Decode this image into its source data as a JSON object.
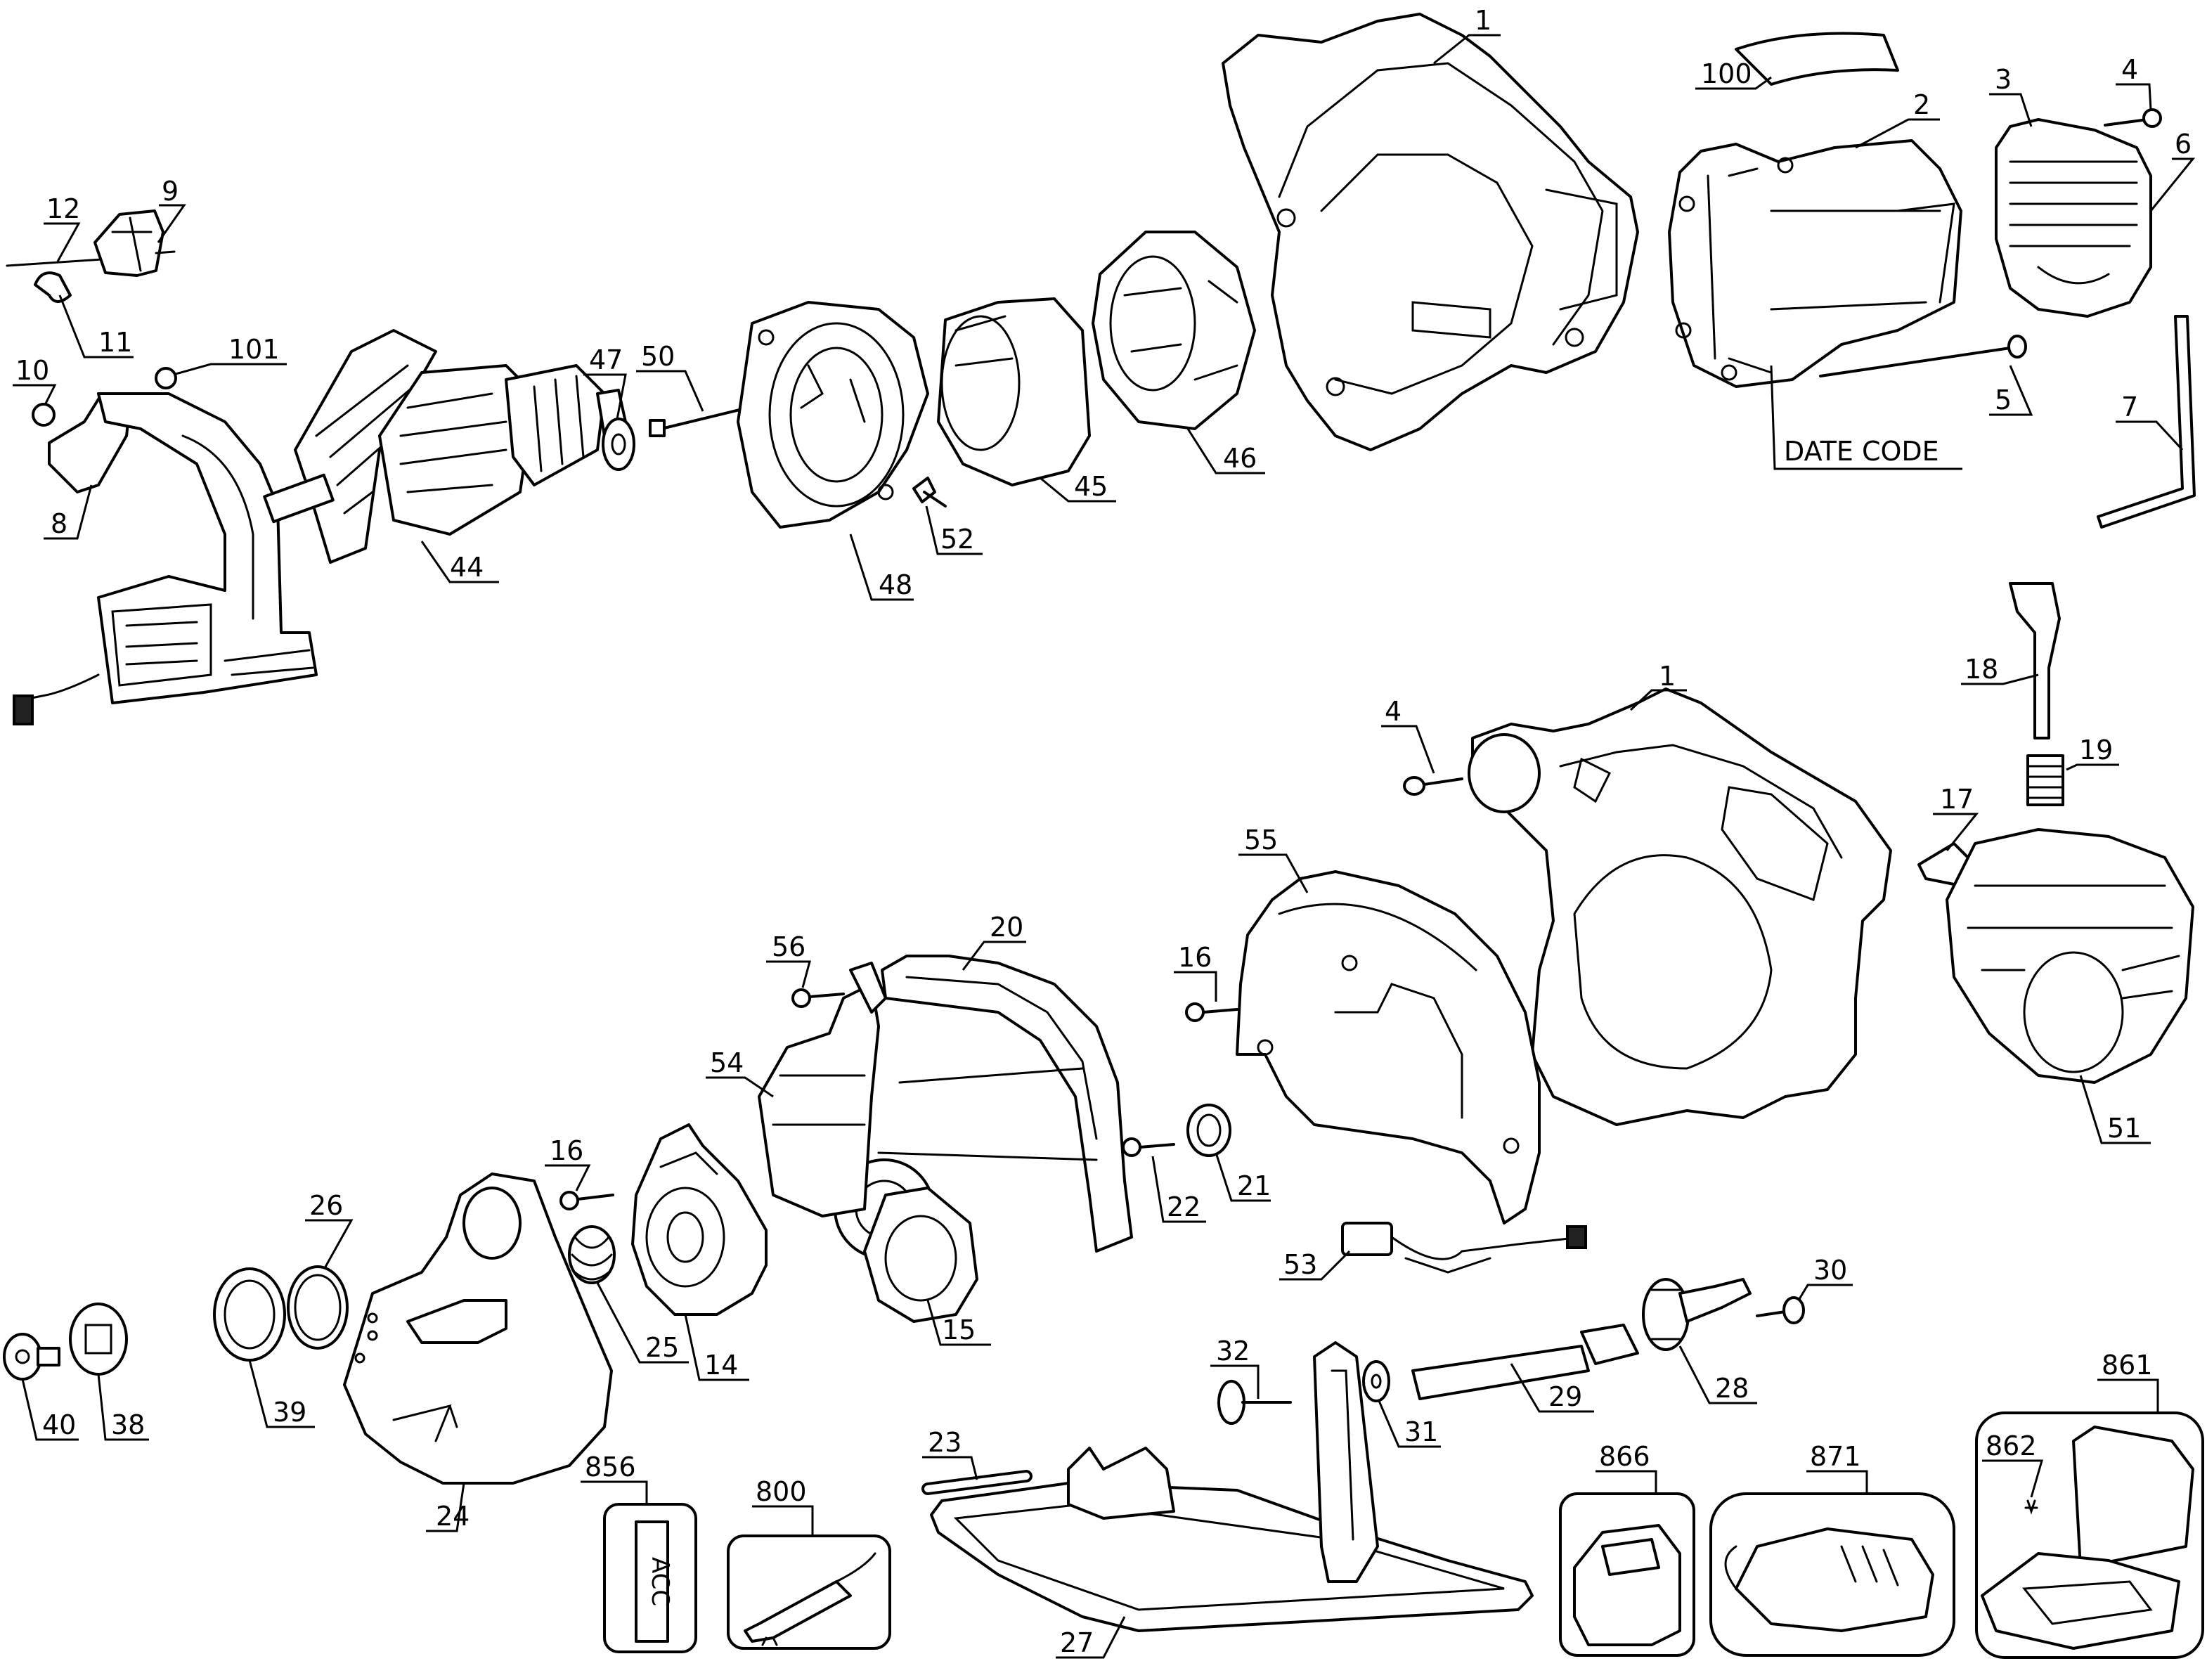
{
  "callouts": {
    "c1_top": "1",
    "c1_mid": "1",
    "c2": "2",
    "c3": "3",
    "c4_top": "4",
    "c4_mid": "4",
    "c5": "5",
    "c6": "6",
    "c7": "7",
    "c8": "8",
    "c9": "9",
    "c10": "10",
    "c11": "11",
    "c12": "12",
    "c14": "14",
    "c15": "15",
    "c16_mid": "16",
    "c16_low": "16",
    "c17": "17",
    "c18": "18",
    "c19": "19",
    "c20": "20",
    "c21": "21",
    "c22": "22",
    "c23": "23",
    "c24": "24",
    "c25": "25",
    "c26": "26",
    "c27": "27",
    "c28": "28",
    "c29": "29",
    "c30": "30",
    "c31": "31",
    "c32": "32",
    "c38": "38",
    "c39": "39",
    "c40": "40",
    "c44": "44",
    "c45": "45",
    "c46": "46",
    "c47": "47",
    "c48": "48",
    "c50": "50",
    "c51": "51",
    "c52": "52",
    "c53": "53",
    "c54": "54",
    "c55": "55",
    "c56": "56",
    "c100": "100",
    "c101": "101",
    "c800": "800",
    "c856": "856",
    "c861": "861",
    "c862": "862",
    "c866": "866",
    "c871": "871"
  },
  "labels": {
    "date_code": "DATE CODE",
    "acc": "ACC"
  }
}
